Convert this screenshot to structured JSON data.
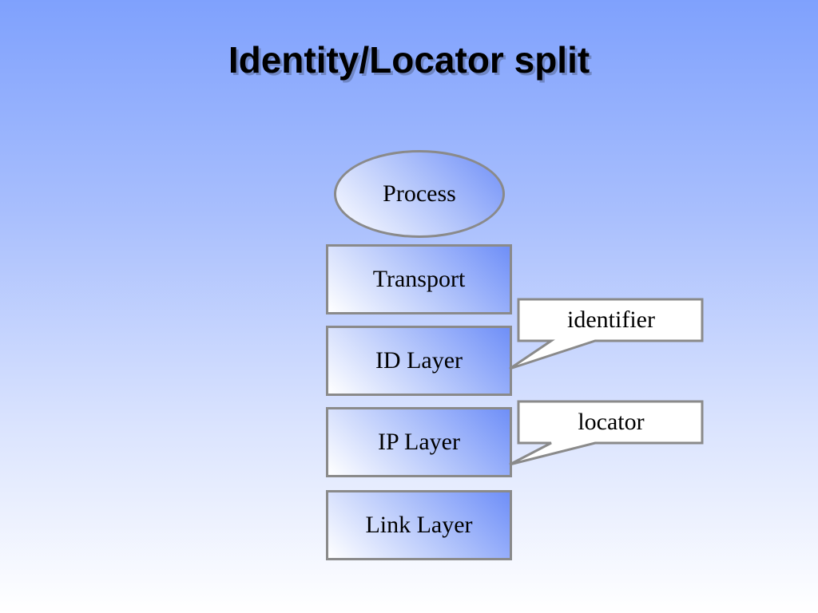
{
  "title": "Identity/Locator split",
  "diagram": {
    "process": "Process",
    "layers": [
      "Transport",
      "ID Layer",
      "IP Layer",
      "Link Layer"
    ],
    "callouts": {
      "identifier": "identifier",
      "locator": "locator"
    }
  },
  "colors": {
    "background_top": "#7fa1fd",
    "box_fill_blue": "#6f8ff8",
    "border_gray": "#8a8a8a"
  }
}
